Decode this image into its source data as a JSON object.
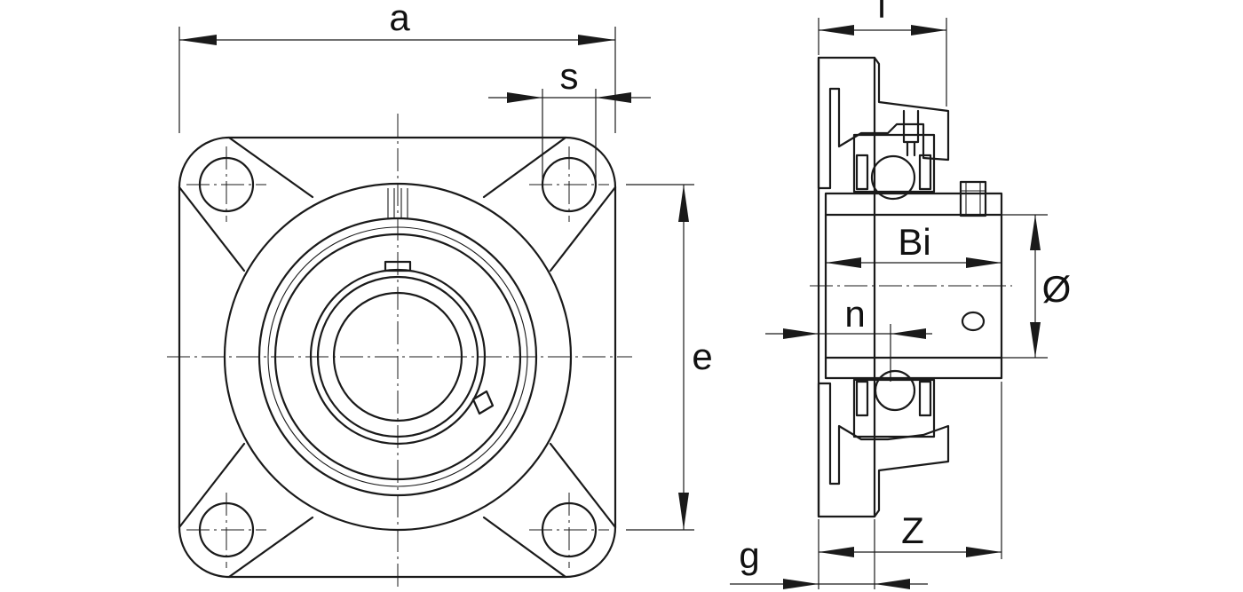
{
  "dimensions": {
    "a": "a",
    "s": "s",
    "e": "e",
    "l": "l",
    "bi": "Bi",
    "d": "Ø",
    "n": "n",
    "z": "Z",
    "g": "g"
  },
  "colors": {
    "line": "#1a1a1a",
    "background": "#ffffff"
  }
}
